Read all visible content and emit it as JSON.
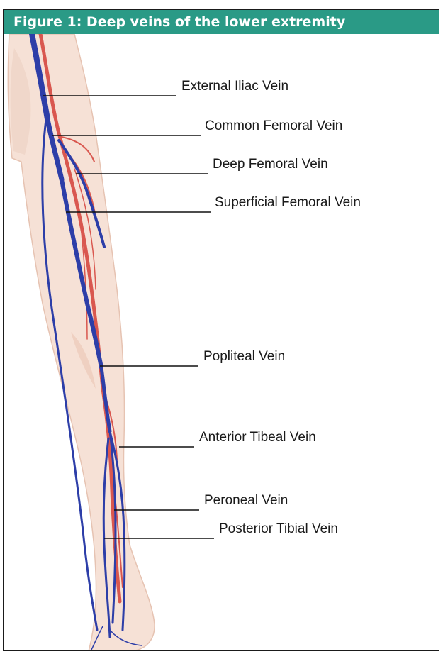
{
  "figure": {
    "title": "Figure 1: Deep veins of the lower extremity"
  },
  "labels": {
    "external_iliac": "External Iliac Vein",
    "common_femoral": "Common Femoral Vein",
    "deep_femoral": "Deep Femoral Vein",
    "superficial_femoral": "Superficial Femoral Vein",
    "popliteal": "Popliteal Vein",
    "anterior_tibeal": "Anterior Tibeal Vein",
    "peroneal": "Peroneal Vein",
    "posterior_tibial": "Posterior Tibial Vein"
  },
  "colors": {
    "title_bar": "#2a9a86",
    "vein": "#2d3ea8",
    "artery": "#d9574f",
    "skin": "#f6e1d6",
    "leader_line": "#111111"
  }
}
